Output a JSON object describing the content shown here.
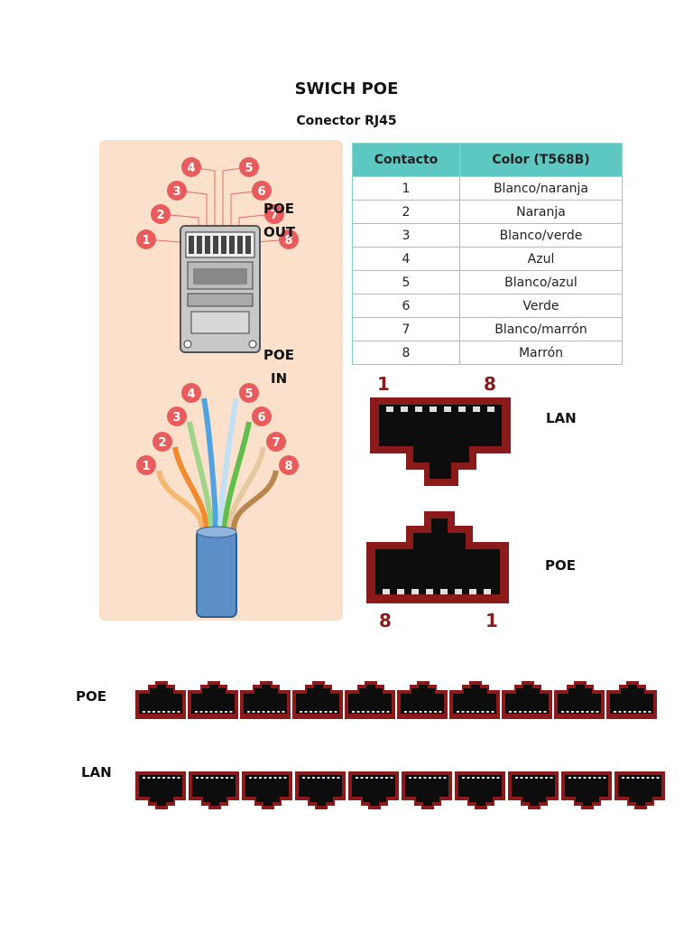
{
  "doc": {
    "title": "SWICH POE",
    "subtitle": "Conector RJ45",
    "label_poe_out_1": "POE",
    "label_poe_out_2": "OUT",
    "label_poe_in_1": "POE",
    "label_poe_in_2": "IN",
    "label_lan_port": "LAN",
    "label_poe_port": "POE",
    "label_poe_row": "POE",
    "label_lan_row": "LAN"
  },
  "table": {
    "headers": [
      "Contacto",
      "Color (T568B)"
    ],
    "rows": [
      [
        "1",
        "Blanco/naranja"
      ],
      [
        "2",
        "Naranja"
      ],
      [
        "3",
        "Blanco/verde"
      ],
      [
        "4",
        "Azul"
      ],
      [
        "5",
        "Blanco/azul"
      ],
      [
        "6",
        "Verde"
      ],
      [
        "7",
        "Blanco/marrón"
      ],
      [
        "8",
        "Marrón"
      ]
    ]
  },
  "pins": [
    "1",
    "2",
    "3",
    "4",
    "5",
    "6",
    "7",
    "8"
  ],
  "port_pin_labels": {
    "lan_left": "1",
    "lan_right": "8",
    "poe_left": "8",
    "poe_right": "1"
  },
  "colors": {
    "panel": "#fbe0cc",
    "pin_badge": "#e95c5c",
    "port_frame": "#8b1a1a",
    "table_header": "#5dc7c2"
  }
}
